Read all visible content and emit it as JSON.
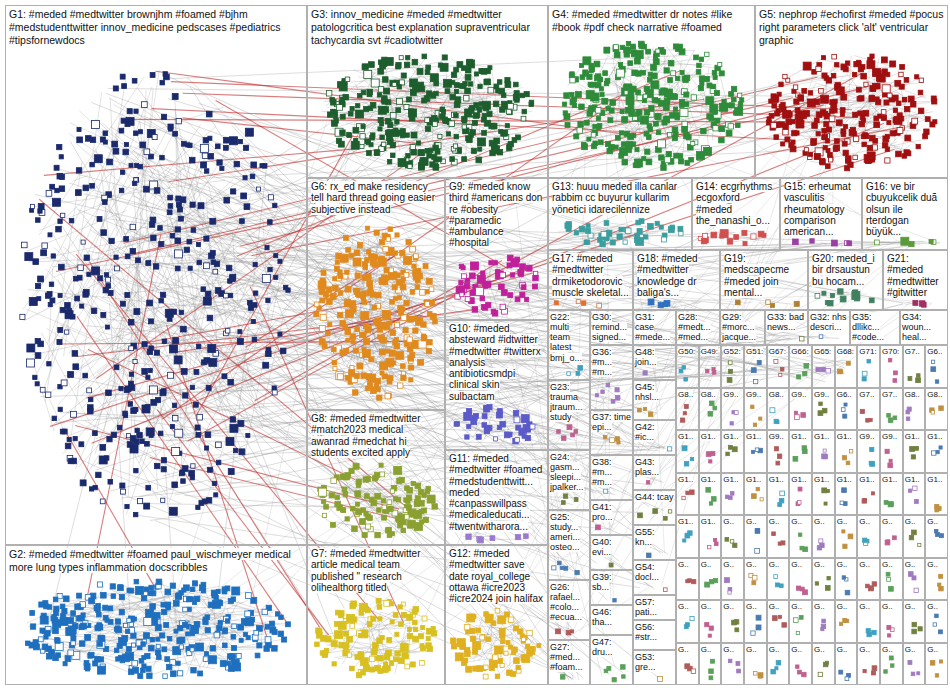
{
  "diagram": {
    "nodes": [
      {
        "text": [
          "G1: #meded #medtwitter brownjhm #foamed #bjhm #medstudenttwitter innov_medicine pedscases #pediatrics #tipsfornewdocs"
        ]
      },
      {
        "text": [
          "G3: innov_medicine #meded #medtwitter patologcritica best explanation supraventricular tachycardia svt #cadiotwitter"
        ]
      },
      {
        "text": [
          "G4: #meded #medtwitter dr notes #like #book #pdf check narrative #foamed"
        ]
      },
      {
        "text": [
          "G5: nephrop #echofirst #meded #pocus right parameters click 'alt' ventricular graphic"
        ]
      },
      {
        "text": [
          "G6: rx_ed make residency tell hard thread going easier subjective instead"
        ]
      },
      {
        "text": [
          "G9: #meded know third #americans don re #obesity #paramedic #ambulance #hospital"
        ]
      },
      {
        "text": [
          "G13: huuu meded illa canlar rabbim cc buyurur kullarim yönetici idarecilennize"
        ]
      },
      {
        "text": [
          "G14: ecgrhythms ecgoxford #meded the_nanashi_o..."
        ]
      },
      {
        "text": [
          "G15: erheumat vasculitis rheumatology comparison american..."
        ]
      },
      {
        "text": [
          "G16: ve bir cbuyukcelik duã olsun ile rterdogan büyük..."
        ]
      },
      {
        "text": [
          "G17: #meded #medtwitter drmiketodorovic muscle skeletal..."
        ]
      },
      {
        "text": [
          "G18: #meded #medtwitter knowledge dr baliga's..."
        ]
      },
      {
        "text": [
          "G19: medscapecme #meded join mental..."
        ]
      },
      {
        "text": [
          "G20: meded_i bir drsaustun bu hocam..."
        ]
      },
      {
        "text": [
          "G21: #meded #medtwitter #gitwitter"
        ]
      },
      {
        "text": [
          "G10: #meded absteward #idtwitter #medtwitter #twitterx analysis antibioticsmdpi clinical skin sulbactam"
        ]
      },
      {
        "text": [
          "G8: #meded #medtwitter #match2023 medical awanrad #medchat hi students excited apply"
        ]
      },
      {
        "text": [
          "G11: #meded #medtwitter #foamed #medstudenttwitt... meded #canpasswillpass #medicaleducati... #twentwitharora..."
        ]
      },
      {
        "text": [
          "G2: #meded #medtwitter #foamed paul_wischmeyer medical more lung types inflammation docscribbles"
        ]
      },
      {
        "text": [
          "G7: #meded #medtwitter article medical team published \" research olihealthorg titled"
        ]
      },
      {
        "text": [
          "G12: #meded #medtwitter save date royal_college ottawa #icre2023 #icre2024 join halifax"
        ]
      },
      {
        "text": [
          "G22: multi team latest bmj_o..."
        ]
      },
      {
        "text": [
          "G23: trauma jtraum... study"
        ]
      },
      {
        "text": [
          "G24: gasm... sleepi... jpalker..."
        ]
      },
      {
        "text": [
          "G25: study... ameri... osteo..."
        ]
      },
      {
        "text": [
          "G26: rafael... #colo... #ecua..."
        ]
      },
      {
        "text": [
          "G27: #med... #foam..."
        ]
      },
      {
        "text": [
          "G30: remind... signed..."
        ]
      },
      {
        "text": [
          "G31: case #mede..."
        ]
      },
      {
        "text": [
          "G28: #medt... #med..."
        ]
      },
      {
        "text": [
          "G29: #morc... jacque..."
        ]
      },
      {
        "text": [
          "G33: bad news..."
        ]
      },
      {
        "text": [
          "G32: nhs descri..."
        ]
      },
      {
        "text": [
          "G35: dllikc... #code..."
        ]
      },
      {
        "text": [
          "G34: woun... heal..."
        ]
      },
      {
        "text": [
          "G36: #m... #m..."
        ]
      },
      {
        "text": [
          "G37: time epi..."
        ]
      },
      {
        "text": [
          "G38: #m... #m..."
        ]
      },
      {
        "text": [
          "G41: pro..."
        ]
      },
      {
        "text": [
          "G40: evi..."
        ]
      },
      {
        "text": [
          "G39: sb..."
        ]
      },
      {
        "text": [
          "G46: tha..."
        ]
      },
      {
        "text": [
          "G47: dru..."
        ]
      },
      {
        "text": [
          "G48: join..."
        ]
      },
      {
        "text": [
          "G45: nhsl..."
        ]
      },
      {
        "text": [
          "G42: #ic..."
        ]
      },
      {
        "text": [
          "G43: plas..."
        ]
      },
      {
        "text": [
          "G44: tcay"
        ]
      },
      {
        "text": [
          "G55: kn..."
        ]
      },
      {
        "text": [
          "G54: docl..."
        ]
      },
      {
        "text": [
          "G57: pati..."
        ]
      },
      {
        "text": [
          "G56: #str..."
        ]
      },
      {
        "text": [
          "G53: gre..."
        ]
      },
      {
        "text": [
          "G50:"
        ]
      },
      {
        "text": [
          "G49:"
        ]
      },
      {
        "text": [
          "G52:"
        ]
      },
      {
        "text": [
          "G51:"
        ]
      },
      {
        "text": [
          "G67:"
        ]
      },
      {
        "text": [
          "G66:"
        ]
      },
      {
        "text": [
          "G65:"
        ]
      },
      {
        "text": [
          "G68:"
        ]
      },
      {
        "text": [
          "G71:"
        ]
      },
      {
        "text": [
          "G70:"
        ]
      },
      {
        "text": [
          "G7.."
        ]
      },
      {
        "text": [
          "G6.."
        ]
      },
      {
        "text": [
          "G8.."
        ]
      },
      {
        "text": [
          "G8.."
        ]
      },
      {
        "text": [
          "G9.."
        ]
      },
      {
        "text": [
          "G9.."
        ]
      },
      {
        "text": [
          "G8.."
        ]
      },
      {
        "text": [
          "G9.."
        ]
      },
      {
        "text": [
          "G9.."
        ]
      },
      {
        "text": [
          "G6.."
        ]
      },
      {
        "text": [
          "G7.."
        ]
      },
      {
        "text": [
          "G7.."
        ]
      },
      {
        "text": [
          "G8.."
        ]
      },
      {
        "text": [
          "G8.."
        ]
      },
      {
        "text": [
          "G1.."
        ]
      },
      {
        "text": [
          "G1.."
        ]
      },
      {
        "text": [
          "G1.."
        ]
      },
      {
        "text": [
          "G1.."
        ]
      },
      {
        "text": [
          "G9.."
        ]
      },
      {
        "text": [
          "G1.."
        ]
      },
      {
        "text": [
          "G1.."
        ]
      },
      {
        "text": [
          "G1.."
        ]
      },
      {
        "text": [
          "G9.."
        ]
      },
      {
        "text": [
          "G9.."
        ]
      },
      {
        "text": [
          "G1.."
        ]
      },
      {
        "text": [
          "G1.."
        ]
      },
      {
        "text": [
          "G1.."
        ]
      },
      {
        "text": [
          "G1.."
        ]
      },
      {
        "text": [
          "G1.."
        ]
      },
      {
        "text": [
          "G1.."
        ]
      },
      {
        "text": [
          "G1.."
        ]
      },
      {
        "text": [
          "G1.."
        ]
      },
      {
        "text": [
          "G1.."
        ]
      },
      {
        "text": [
          "G1.."
        ]
      },
      {
        "text": [
          "G1.."
        ]
      },
      {
        "text": [
          "G1.."
        ]
      },
      {
        "text": [
          "G1.."
        ]
      },
      {
        "text": [
          "G1.."
        ]
      },
      {
        "text": [
          "G1.."
        ]
      },
      {
        "text": [
          "G1.."
        ]
      },
      {
        "text": [
          "G.."
        ]
      },
      {
        "text": [
          "G.."
        ]
      },
      {
        "text": [
          "G.."
        ]
      },
      {
        "text": [
          "G.."
        ]
      },
      {
        "text": [
          "G.."
        ]
      },
      {
        "text": [
          "G.."
        ]
      },
      {
        "text": [
          "G.."
        ]
      },
      {
        "text": [
          "G.."
        ]
      },
      {
        "text": [
          "G.."
        ]
      },
      {
        "text": [
          "G.."
        ]
      },
      {
        "text": [
          "G.."
        ]
      },
      {
        "text": [
          "G.."
        ]
      },
      {
        "text": [
          "G.."
        ]
      },
      {
        "text": [
          "G.."
        ]
      },
      {
        "text": [
          "G.."
        ]
      },
      {
        "text": [
          "G.."
        ]
      },
      {
        "text": [
          "G.."
        ]
      },
      {
        "text": [
          "G.."
        ]
      },
      {
        "text": [
          "G.."
        ]
      },
      {
        "text": [
          "G.."
        ]
      },
      {
        "text": [
          "G.."
        ]
      },
      {
        "text": [
          "G.."
        ]
      },
      {
        "text": [
          "G.."
        ]
      },
      {
        "text": [
          "G.."
        ]
      },
      {
        "text": [
          "G.."
        ]
      },
      {
        "text": [
          "G.."
        ]
      },
      {
        "text": [
          "G.."
        ]
      },
      {
        "text": [
          "G.."
        ]
      },
      {
        "text": [
          "G.."
        ]
      },
      {
        "text": [
          "G.."
        ]
      },
      {
        "text": [
          "G.."
        ]
      },
      {
        "text": [
          "G.."
        ]
      },
      {
        "text": [
          "G.."
        ]
      },
      {
        "text": [
          "G.."
        ]
      },
      {
        "text": [
          "G.."
        ]
      },
      {
        "text": [
          "G.."
        ]
      },
      {
        "text": [
          "G.."
        ]
      },
      {
        "text": [
          "G.."
        ]
      },
      {
        "text": [
          "G.."
        ]
      },
      {
        "text": [
          "G.."
        ]
      },
      {
        "text": [
          "G.."
        ]
      },
      {
        "text": [
          "G.."
        ]
      },
      {
        "text": [
          "G.."
        ]
      },
      {
        "text": [
          "G.."
        ]
      },
      {
        "text": [
          "G.."
        ]
      },
      {
        "text": [
          "G.."
        ]
      }
    ]
  }
}
